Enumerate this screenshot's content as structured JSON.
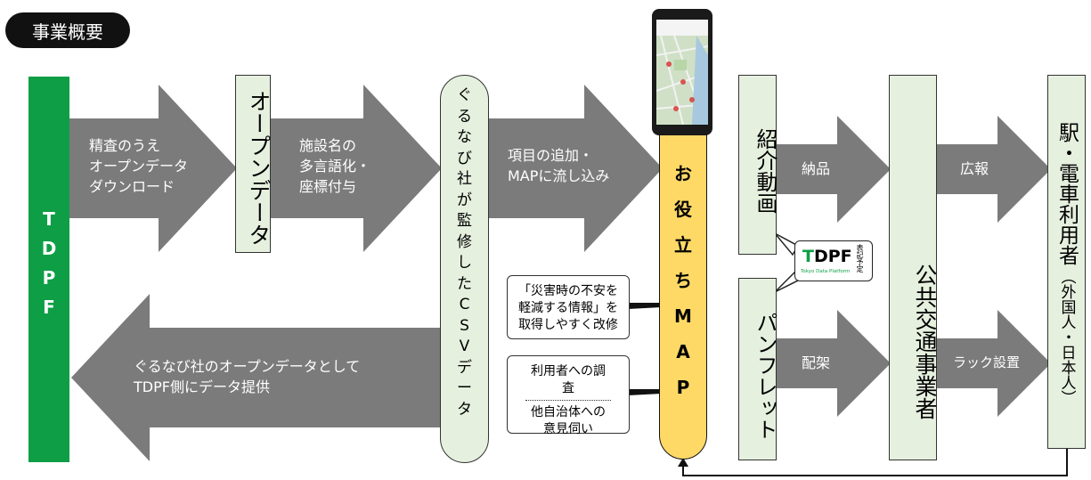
{
  "title": "事業概要",
  "tdpf_label": "TDPF",
  "arrows": {
    "download": [
      "精査のうえ",
      "オープンデータ",
      "ダウンロード"
    ],
    "multilingual": [
      "施設名の",
      "多言語化・",
      "座標付与"
    ],
    "add_items": [
      "項目の追加・",
      "MAPに流し込み"
    ],
    "deliver": "納品",
    "publicity": "広報",
    "distribute": "配架",
    "rack": "ラック設置",
    "provide": [
      "ぐるなび社のオープンデータとして",
      "TDPF側にデータ提供"
    ]
  },
  "boxes": {
    "open_data": "オープンデータ",
    "gurunavi": [
      "ぐ",
      "る",
      "な",
      "び",
      "社",
      "が",
      "監",
      "修",
      "し",
      "た",
      "C",
      "S",
      "V",
      "デ",
      "ー",
      "タ"
    ],
    "useful_map": [
      "お",
      "役",
      "立",
      "ち",
      "M",
      "A",
      "P"
    ],
    "intro_video": "紹介動画",
    "pamphlet": "パンフレット",
    "transport": "公共交通事業者",
    "users_main": "駅・電車利用者",
    "users_sub": "（外国人・日本人）"
  },
  "callouts": {
    "disaster": [
      "「災害時の不安を",
      "軽減する情報」を",
      "取得しやすく改修"
    ],
    "survey_title": "利用者への調査",
    "survey_body": [
      "他自治体への",
      "意見伺い"
    ]
  },
  "logo": {
    "name": "TDPF",
    "sub": "Tokyo Data Platform",
    "note": "表記予定"
  },
  "colors": {
    "arrow": "#7b7b7b",
    "tdpf_green": "#0e9e45",
    "box_fill": "#e6f0df",
    "map_yellow": "#ffd966"
  }
}
